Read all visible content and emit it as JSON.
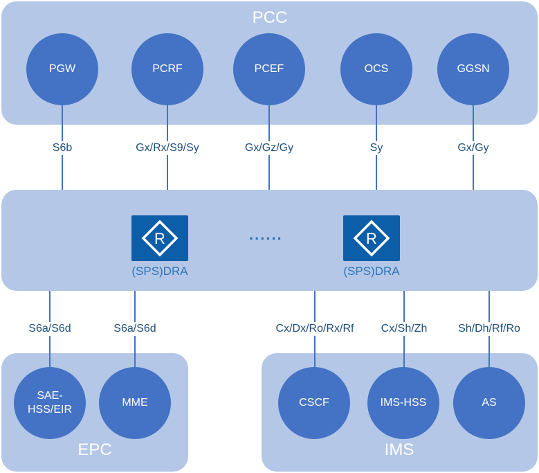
{
  "pcc": {
    "title": "PCC",
    "nodes": [
      "PGW",
      "PCRF",
      "PCEF",
      "OCS",
      "GGSN"
    ],
    "interfaces": [
      "S6b",
      "Gx/Rx/S9/Sy",
      "Gx/Gz/Gy",
      "Sy",
      "Gx/Gy"
    ]
  },
  "dra": {
    "left_label": "(SPS)DRA",
    "right_label": "(SPS)DRA",
    "ellipsis": "......",
    "icon": "router-r-icon",
    "icon_letter": "R"
  },
  "epc": {
    "title": "EPC",
    "nodes": [
      "SAE-\nHSS/EIR",
      "MME"
    ],
    "interfaces": [
      "S6a/S6d",
      "S6a/S6d"
    ]
  },
  "ims": {
    "title": "IMS",
    "nodes": [
      "CSCF",
      "IMS-HSS",
      "AS"
    ],
    "interfaces": [
      "Cx/Dx/Ro/Rx/Rf",
      "Cx/Sh/Zh",
      "Sh/Dh/Rf/Ro"
    ]
  },
  "colors": {
    "panel": "#b4c7e7",
    "node": "#4472c4",
    "dra_box": "#0d5ea8",
    "text_dark": "#1f4e79"
  }
}
